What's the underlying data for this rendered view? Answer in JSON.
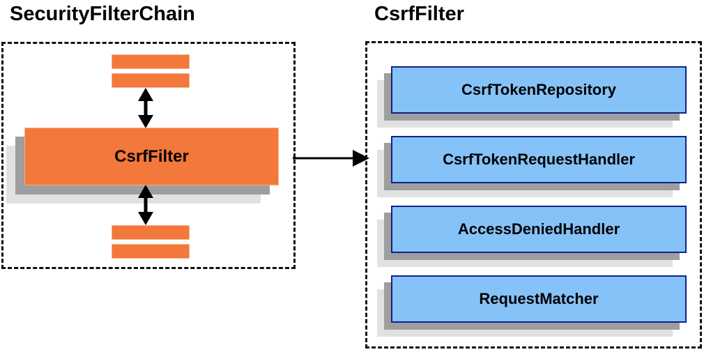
{
  "diagram": {
    "title_left": "SecurityFilterChain",
    "title_right": "CsrfFilter",
    "left_panel": {
      "name": "SecurityFilterChain",
      "main_box_label": "CsrfFilter",
      "stub_bars_above": 2,
      "stub_bars_below": 2,
      "box_fill": "#f3783c",
      "box_border": "#f9b089",
      "shadow_dark": "#9e9e9e",
      "shadow_light": "#e1e1e1"
    },
    "right_panel": {
      "name": "CsrfFilter",
      "box_fill": "#85c2f7",
      "box_border": "#10218b",
      "shadow_dark": "#9e9e9e",
      "shadow_light": "#e1e1e1",
      "collaborators": [
        {
          "label": "CsrfTokenRepository"
        },
        {
          "label": "CsrfTokenRequestHandler"
        },
        {
          "label": "AccessDeniedHandler"
        },
        {
          "label": "RequestMatcher"
        }
      ]
    },
    "connectors": {
      "chain_above": "double-headed-vertical-arrow",
      "chain_below": "double-headed-vertical-arrow",
      "panel_link": "single-headed-horizontal-arrow"
    },
    "colors": {
      "background": "#ffffff",
      "stroke": "#000000",
      "panel_border": "#111111"
    }
  }
}
